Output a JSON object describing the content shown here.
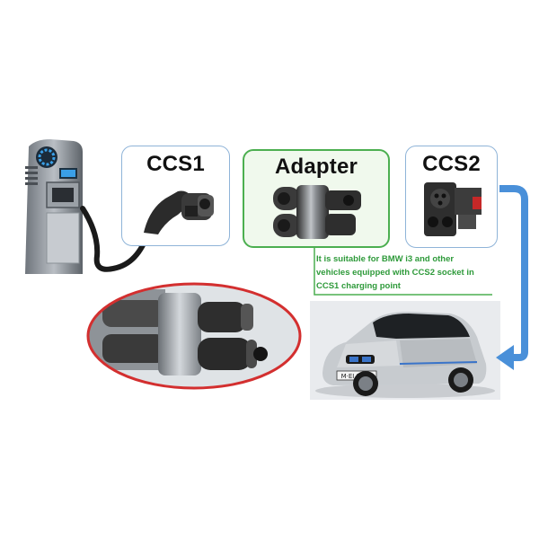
{
  "cards": {
    "ccs1": {
      "title": "CCS1"
    },
    "adapter": {
      "title": "Adapter"
    },
    "ccs2": {
      "title": "CCS2"
    }
  },
  "note": {
    "line1": "It is suitable for BMW i3 and other",
    "line2": "vehicles equipped with CCS2 socket in",
    "line3": "CCS1 charging point"
  },
  "car": {
    "plate": "M·EI 3344"
  },
  "colors": {
    "card_border": "#8fb4d8",
    "adapter_border": "#4caf50",
    "note_text": "#2e9a3a",
    "arrow": "#4a90d9",
    "closeup_border": "#d32f2f"
  }
}
